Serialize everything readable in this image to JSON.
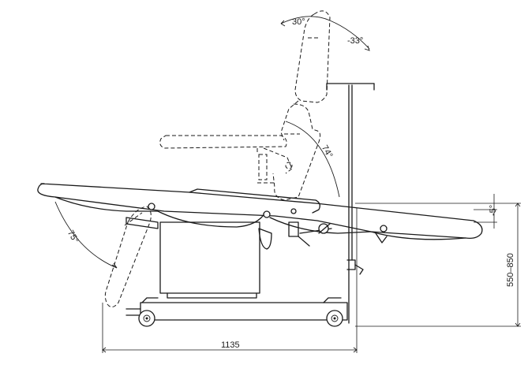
{
  "labels": {
    "backrest_forward_angle": "30°",
    "backrest_back_angle": "-33°",
    "backrest_sweep_angle": "74°",
    "legrest_angle": "75°",
    "seat_tilt_angle": "-5°",
    "height_range": "550–850",
    "length": "1135"
  },
  "colors": {
    "line": "#1a1a1a",
    "background": "#ffffff"
  }
}
